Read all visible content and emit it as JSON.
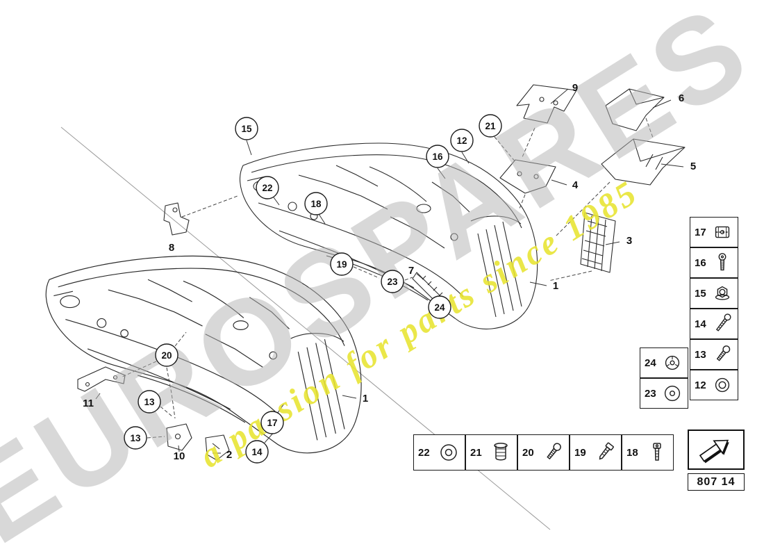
{
  "watermark": {
    "brand": "EUROSPARES",
    "tagline": "a passion for parts since 1985",
    "brand_color": "#b3b3b3",
    "tagline_color": "#e8e431"
  },
  "diagram": {
    "code": "807 14",
    "callouts_circled": [
      {
        "label": "15"
      },
      {
        "label": "22"
      },
      {
        "label": "18"
      },
      {
        "label": "16"
      },
      {
        "label": "12"
      },
      {
        "label": "21"
      },
      {
        "label": "19"
      },
      {
        "label": "23"
      },
      {
        "label": "24"
      },
      {
        "label": "20"
      },
      {
        "label": "13"
      },
      {
        "label": "13"
      },
      {
        "label": "14"
      },
      {
        "label": "17"
      }
    ],
    "callouts_plain": [
      {
        "label": "9"
      },
      {
        "label": "6"
      },
      {
        "label": "5"
      },
      {
        "label": "4"
      },
      {
        "label": "3"
      },
      {
        "label": "1"
      },
      {
        "label": "7"
      },
      {
        "label": "8"
      },
      {
        "label": "11"
      },
      {
        "label": "10"
      },
      {
        "label": "2"
      },
      {
        "label": "1"
      }
    ]
  },
  "legend": {
    "right_column": [
      {
        "num": "17",
        "icon": "clip-nut-icon"
      },
      {
        "num": "16",
        "icon": "torx-screw-icon"
      },
      {
        "num": "15",
        "icon": "flange-nut-icon"
      },
      {
        "num": "14",
        "icon": "long-screw-icon"
      },
      {
        "num": "13",
        "icon": "pan-screw-icon"
      },
      {
        "num": "12",
        "icon": "grommet-icon"
      }
    ],
    "side_column": [
      {
        "num": "24",
        "icon": "plastic-nut-icon"
      },
      {
        "num": "23",
        "icon": "washer-icon"
      }
    ],
    "bottom_row": [
      {
        "num": "22",
        "icon": "washer-icon"
      },
      {
        "num": "21",
        "icon": "rivet-nut-icon"
      },
      {
        "num": "20",
        "icon": "pan-screw-icon"
      },
      {
        "num": "19",
        "icon": "hex-screw-icon"
      },
      {
        "num": "18",
        "icon": "socket-bolt-icon"
      }
    ]
  }
}
